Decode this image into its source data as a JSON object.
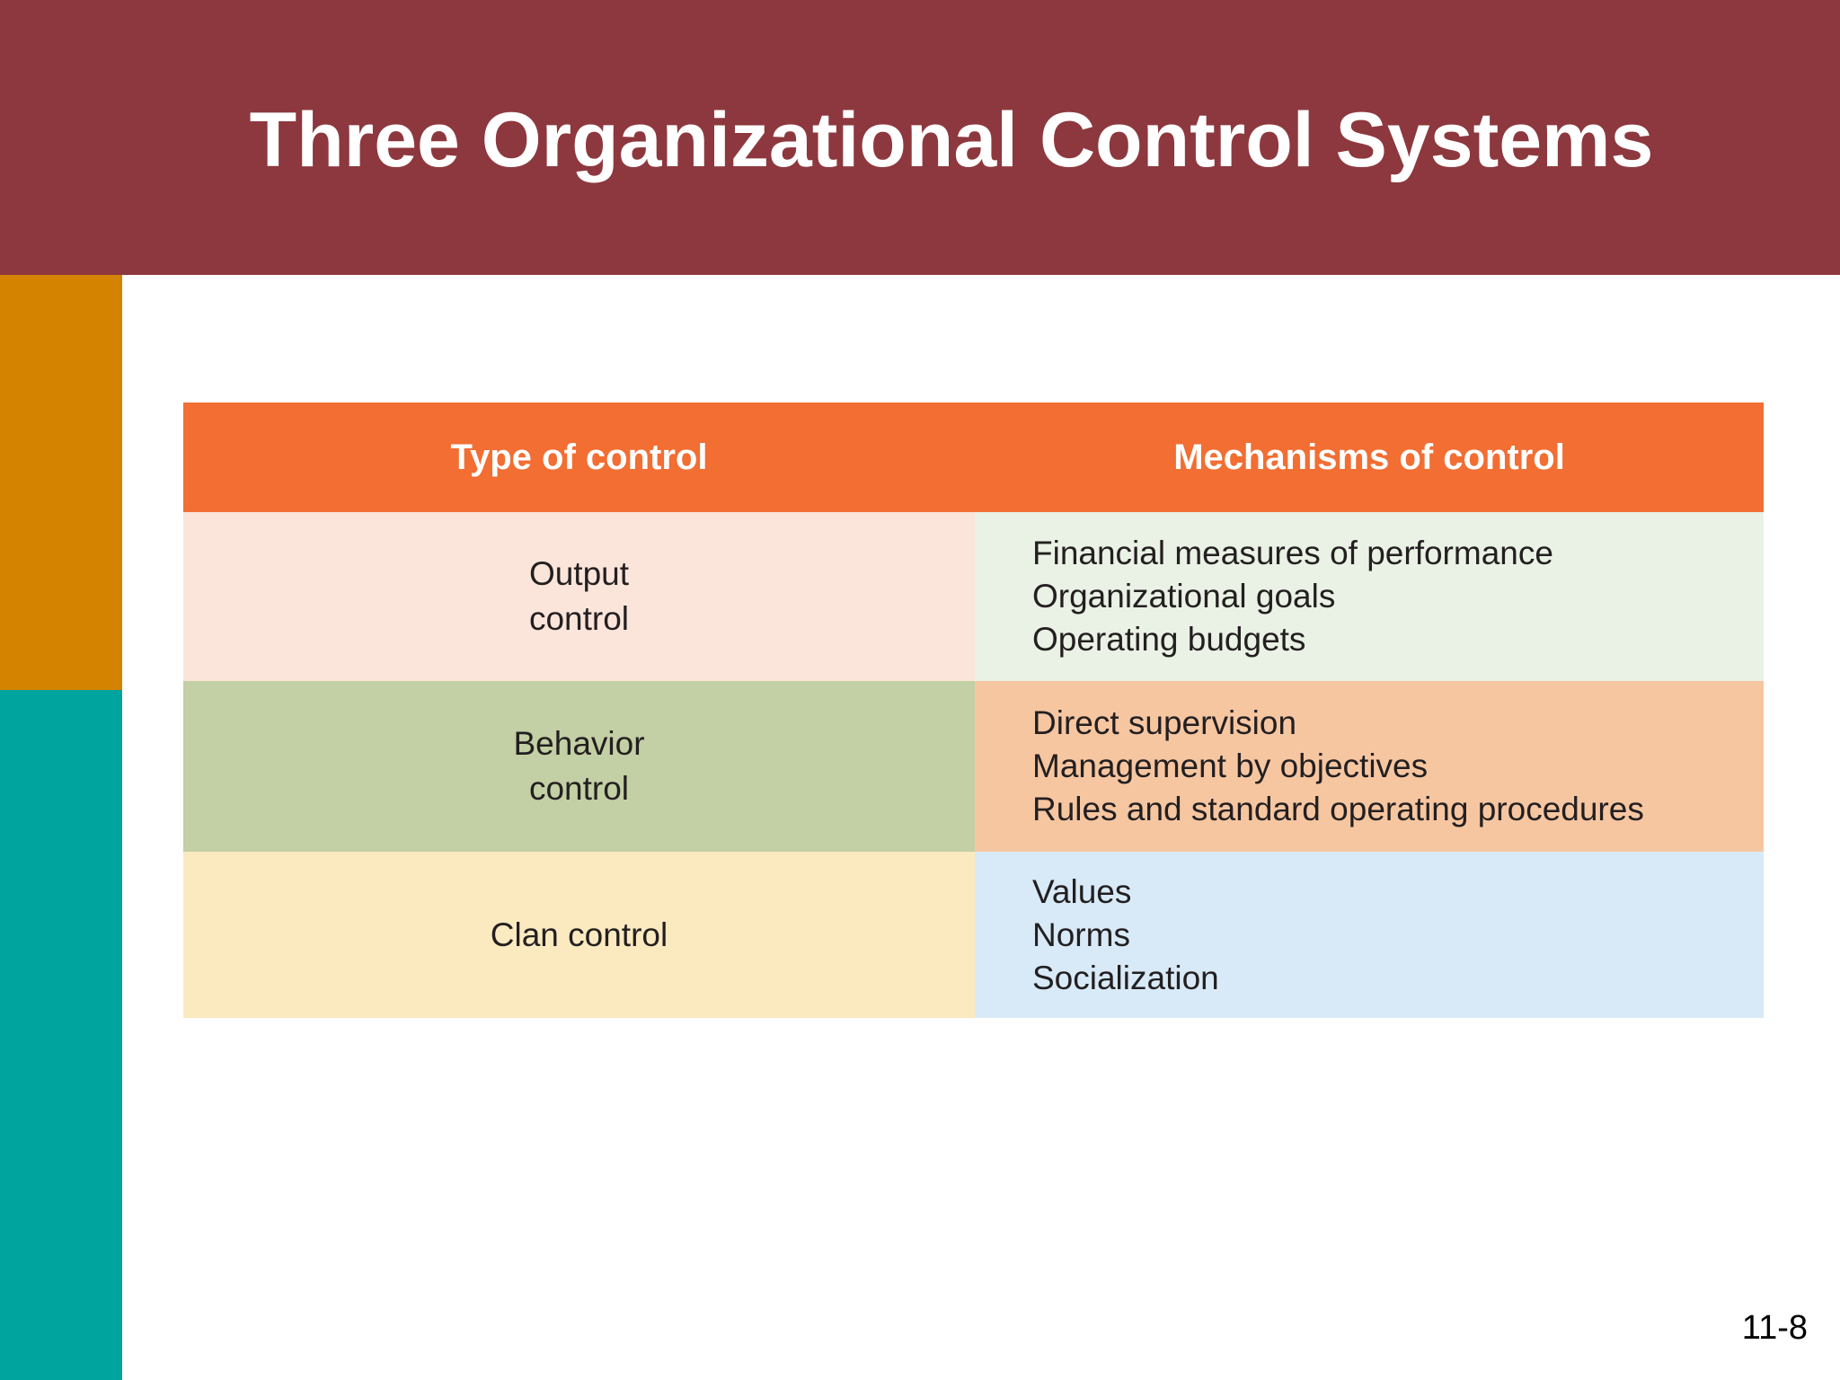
{
  "slide": {
    "title": "Three Organizational Control Systems",
    "page_number": "11-8"
  },
  "table": {
    "header": {
      "type_label": "Type of control",
      "mechanisms_label": "Mechanisms of control"
    },
    "rows": [
      {
        "type_lines": [
          "Output",
          "control"
        ],
        "mechanisms": [
          "Financial measures of performance",
          "Organizational goals",
          "Operating budgets"
        ],
        "type_bg": "#fbe5da",
        "mech_bg": "#eaf1e5"
      },
      {
        "type_lines": [
          "Behavior",
          "control"
        ],
        "mechanisms": [
          "Direct supervision",
          "Management by objectives",
          "Rules and standard operating procedures"
        ],
        "type_bg": "#c3cfa4",
        "mech_bg": "#f6c6a1"
      },
      {
        "type_lines": [
          "Clan control"
        ],
        "mechanisms": [
          "Values",
          "Norms",
          "Socialization"
        ],
        "type_bg": "#fbe9c0",
        "mech_bg": "#d8eaf7"
      }
    ]
  },
  "colors": {
    "title_band": "#8d383e",
    "title_text": "#ffffff",
    "sidebar_orange": "#d48300",
    "sidebar_teal": "#00a49e",
    "table_header": "#f26e33",
    "body_text": "#231f20"
  }
}
